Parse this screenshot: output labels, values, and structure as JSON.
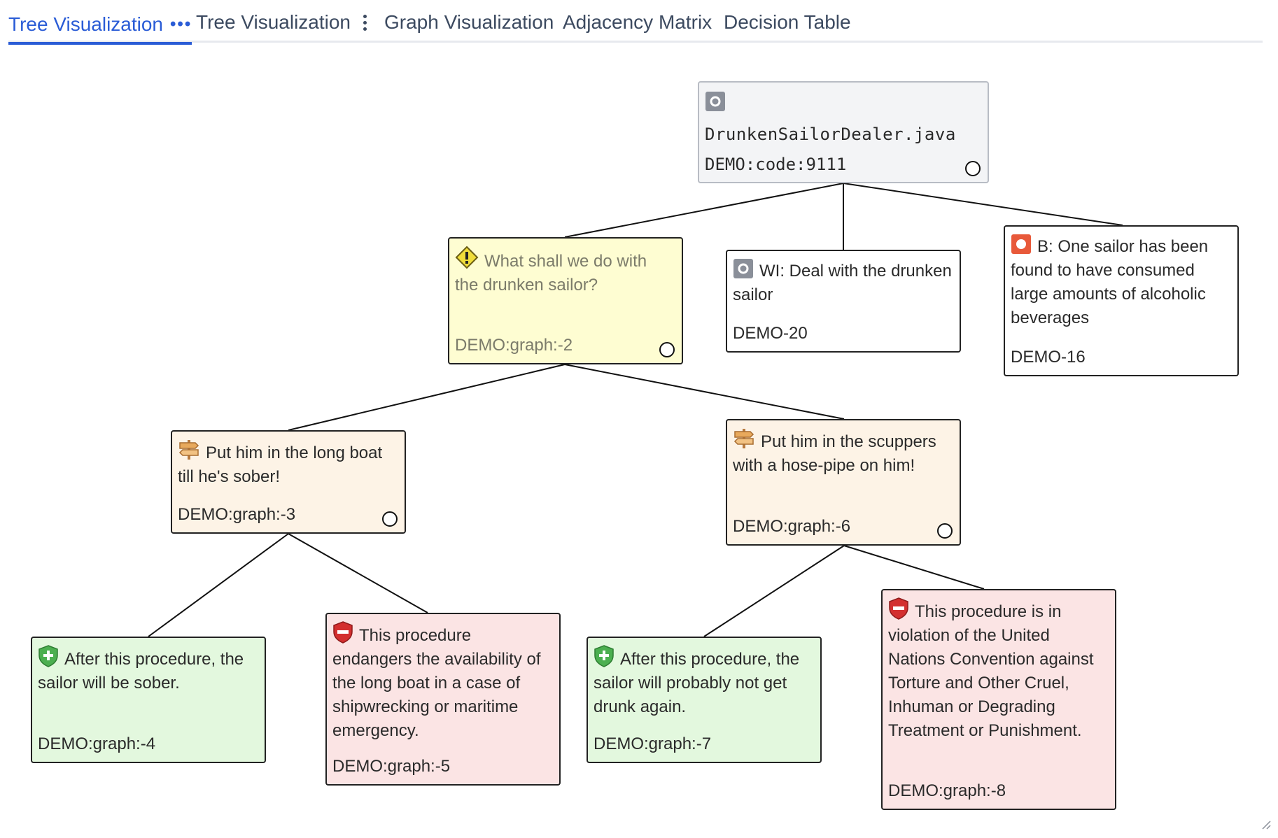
{
  "tabs": [
    {
      "label": "Tree Visualization",
      "active": true,
      "suffix": "•••"
    },
    {
      "label": "Tree Visualization",
      "active": false
    },
    {
      "label": "Graph Visualization",
      "active": false
    },
    {
      "label": "Adjacency Matrix",
      "active": false
    },
    {
      "label": "Decision Table",
      "active": false
    }
  ],
  "nodes": {
    "root": {
      "title": "DrunkenSailorDealer.java",
      "id": "DEMO:code:9111",
      "icon": "code-element-icon"
    },
    "question": {
      "title": "What shall we do with the drunken sailor?",
      "id": "DEMO:graph:-2",
      "icon": "warning-diamond-icon"
    },
    "work_item": {
      "title": "WI: Deal with the drunken sailor",
      "id": "DEMO-20",
      "icon": "work-item-icon"
    },
    "bug": {
      "title": "B: One sailor has been found to have consumed large amounts of alcoholic beverages",
      "id": "DEMO-16",
      "icon": "bug-icon"
    },
    "option_longboat": {
      "title": "Put him in the long boat till he's sober!",
      "id": "DEMO:graph:-3",
      "icon": "signpost-icon"
    },
    "option_scuppers": {
      "title": "Put him in the scuppers with a hose-pipe on him!",
      "id": "DEMO:graph:-6",
      "icon": "signpost-icon"
    },
    "pro_sober": {
      "title": "After this procedure, the sailor will be sober.",
      "id": "DEMO:graph:-4",
      "icon": "shield-plus-icon"
    },
    "con_longboat": {
      "title": "This procedure endangers the availability of the long boat in a case of shipwrecking or maritime emergency.",
      "id": "DEMO:graph:-5",
      "icon": "shield-minus-icon"
    },
    "pro_notdrunk": {
      "title": "After this procedure, the sailor will probably not get drunk again.",
      "id": "DEMO:graph:-7",
      "icon": "shield-plus-icon"
    },
    "con_torture": {
      "title": "This procedure is in violation of the United Nations Convention against Torture and Other Cruel, Inhuman or Degrading Treatment or Punishment.",
      "id": "DEMO:graph:-8",
      "icon": "shield-minus-icon"
    }
  },
  "colors": {
    "accent": "#2a5cd6",
    "code_bg": "#f3f4f6",
    "question_bg": "#fefdd2",
    "option_bg": "#fdf3e6",
    "pro_bg": "#e3f8de",
    "con_bg": "#fbe4e4",
    "bug_red": "#e8593a",
    "pro_green": "#4caf50",
    "con_red": "#c62828"
  }
}
